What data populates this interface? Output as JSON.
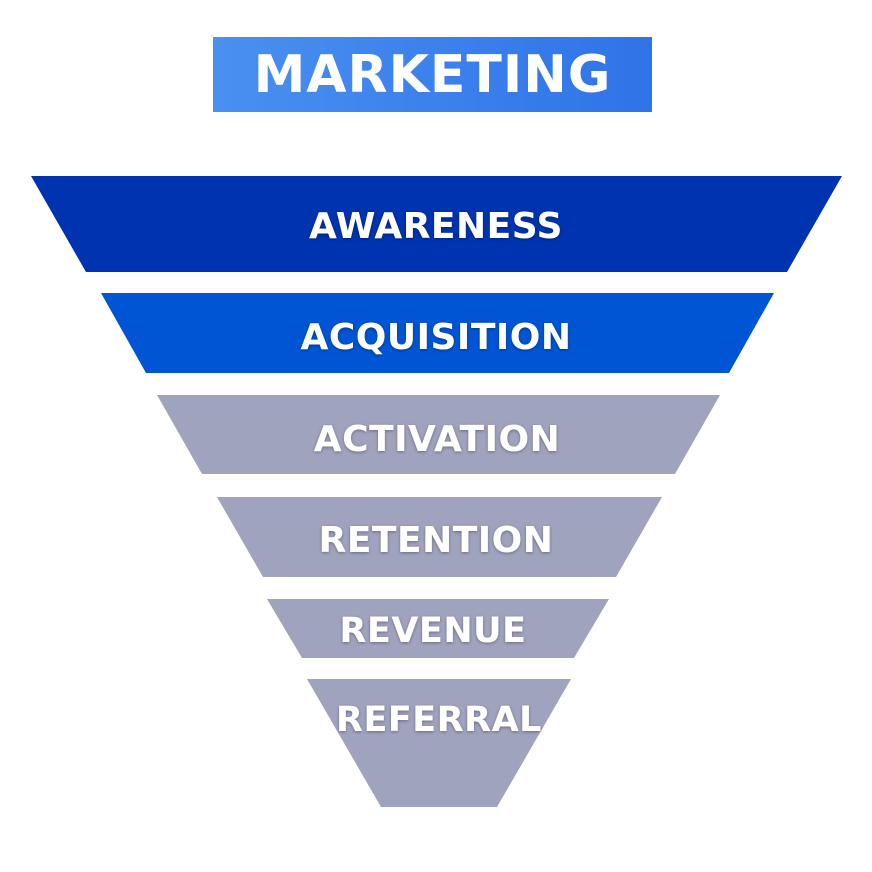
{
  "title": "MARKETING",
  "colors": {
    "title_banner": "#3b82f0",
    "stage_dark_blue": "#0033b0",
    "stage_blue": "#0055d4",
    "stage_gray": "#a0a3be",
    "label_text": "#ffffff"
  },
  "stages": [
    {
      "label": "AWARENESS",
      "color": "#0033b0"
    },
    {
      "label": "ACQUISITION",
      "color": "#0055d4"
    },
    {
      "label": "ACTIVATION",
      "color": "#a0a3be"
    },
    {
      "label": "RETENTION",
      "color": "#a0a3be"
    },
    {
      "label": "REVENUE",
      "color": "#a0a3be"
    },
    {
      "label": "REFERRAL",
      "color": "#a0a3be"
    }
  ]
}
